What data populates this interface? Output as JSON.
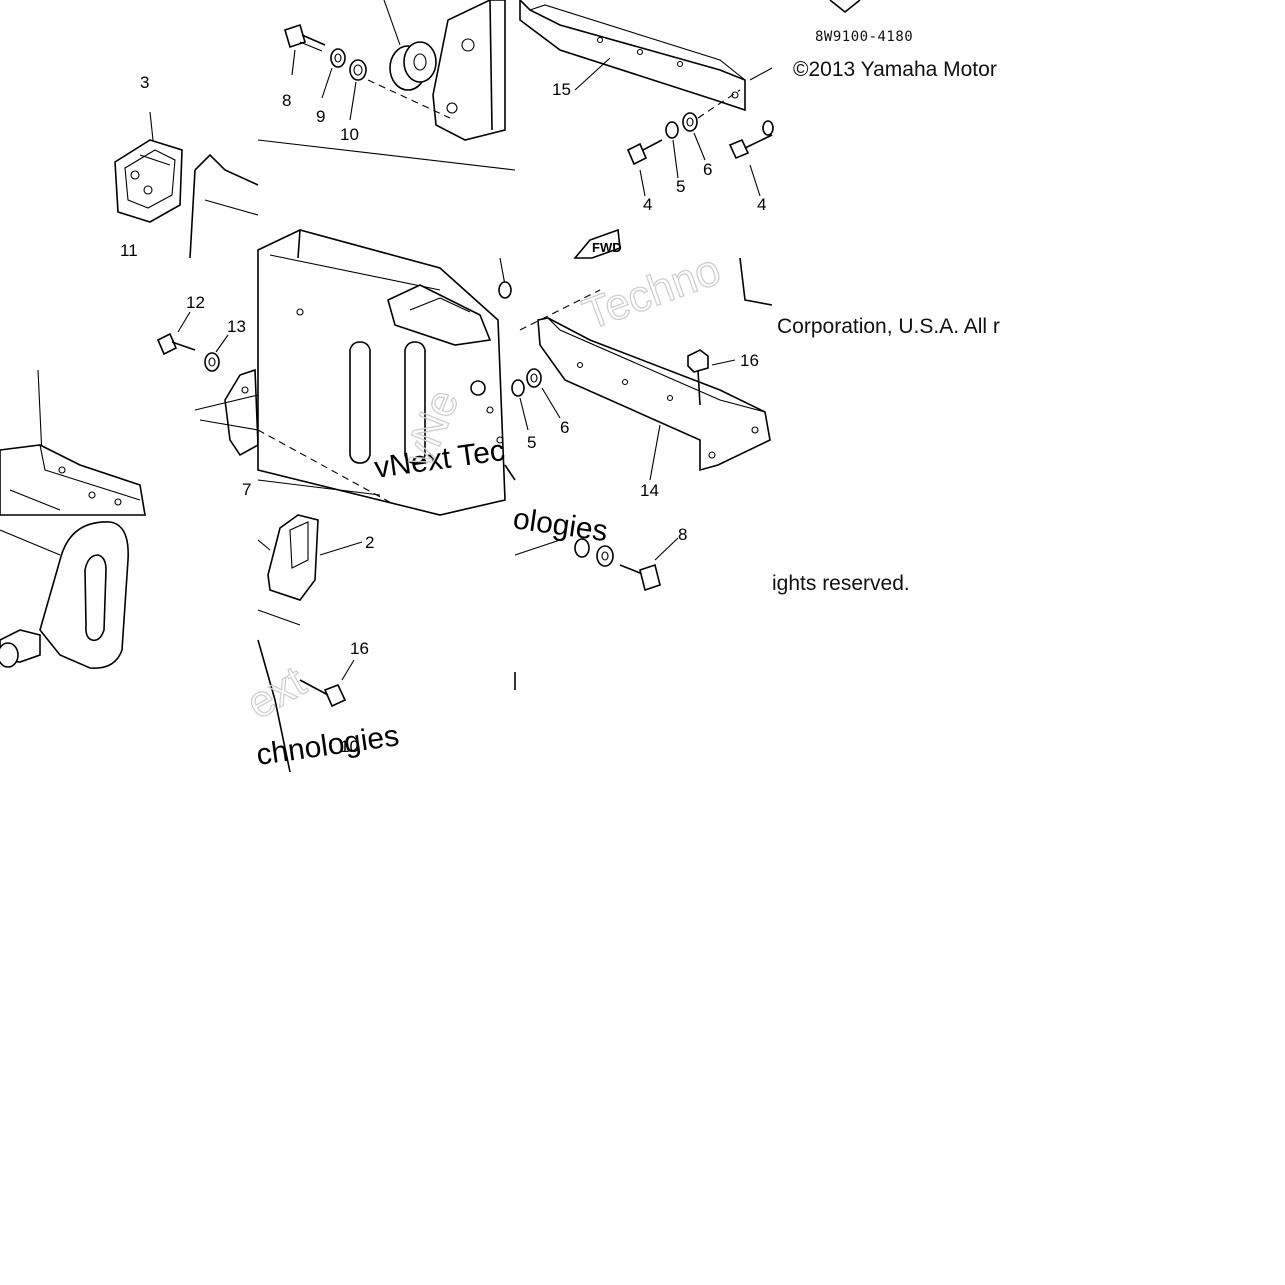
{
  "diagram_code": "8W9100-4180",
  "copyright": {
    "line1": "©2013 Yamaha Motor",
    "line2": "Corporation, U.S.A. All r",
    "line3": "ights reserved."
  },
  "fwd_marker": "FWD",
  "watermarks": {
    "w1": "Techno",
    "w2": "vNext Tec",
    "w3": "ologies",
    "w4": "ext",
    "w5": "chnologies",
    "w6": "vNe"
  },
  "part_labels": {
    "p2": "2",
    "p3": "3",
    "p4a": "4",
    "p4b": "4",
    "p5a": "5",
    "p5b": "5",
    "p6a": "6",
    "p6b": "6",
    "p7": "7",
    "p8a": "8",
    "p8b": "8",
    "p9": "9",
    "p10a": "10",
    "p10b": "10",
    "p11": "11",
    "p12": "12",
    "p13": "13",
    "p14": "14",
    "p15": "15",
    "p16a": "16",
    "p16b": "16"
  },
  "colors": {
    "ink": "#000000",
    "background": "#ffffff",
    "watermark": "#cfcfcf"
  }
}
